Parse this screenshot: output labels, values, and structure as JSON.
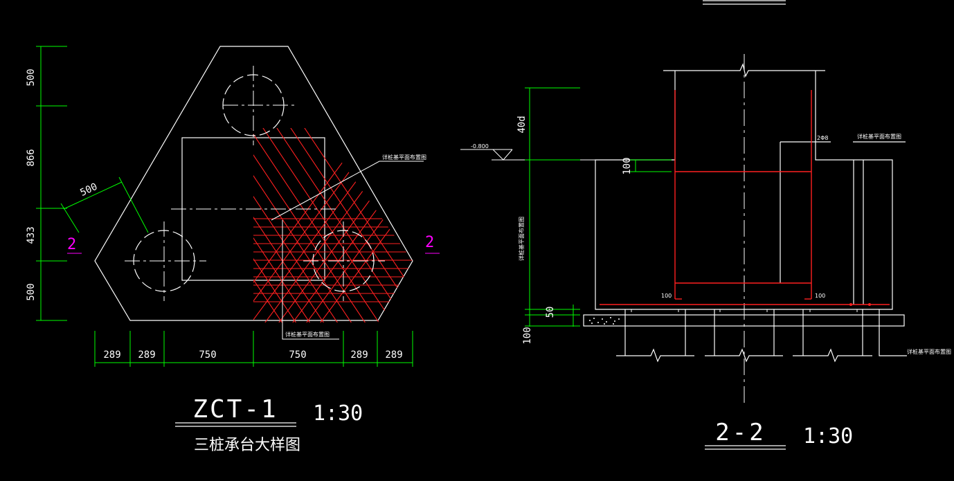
{
  "colors": {
    "background": "#000000",
    "outline": "#ffffff",
    "dimension": "#00ff00",
    "rebar": "#ff0000",
    "section_mark": "#ff00ff"
  },
  "left_drawing": {
    "title": "ZCT-1",
    "subtitle": "三桩承台大样图",
    "scale": "1:30",
    "vertical_dims": [
      "500",
      "866",
      "433",
      "500"
    ],
    "bottom_dims": [
      "289",
      "289",
      "750",
      "750",
      "289",
      "289"
    ],
    "diag_dim": "500",
    "section_mark_left": "2",
    "section_mark_right": "2",
    "leader_note_top": "详桩基平面布置图",
    "leader_note_bottom": "详桩基平面布置图"
  },
  "right_drawing": {
    "title": "2-2",
    "scale": "1:30",
    "elevation": "-0.800",
    "dim_40d": "40d",
    "dim_100_top": "100",
    "dim_50": "50",
    "dim_100_bottom": "100",
    "rebar_label": "2Φ8",
    "bar_end_left": "100",
    "bar_end_right": "100",
    "vertical_note": "详桩基平面布置图",
    "note_right_top": "详桩基平面布置图",
    "note_right_bottom": "详桩基平面布置图"
  }
}
